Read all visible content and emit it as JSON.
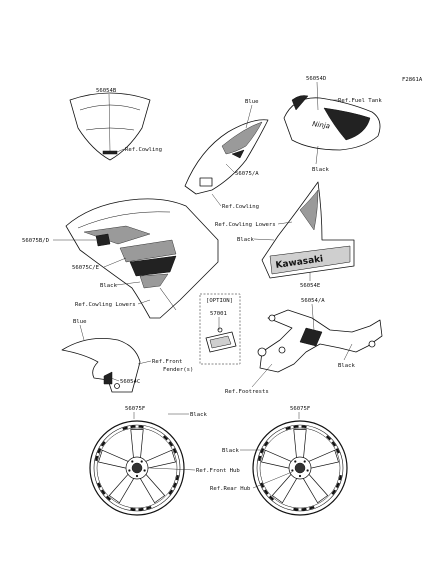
{
  "ref_code": "F2861A",
  "option_box_label": "[OPTION]",
  "labels": {
    "l_56054B": "56054B",
    "l_ref_cowling_1": "Ref.Cowling",
    "l_blue_1": "Blue",
    "l_56075A": "56075/A",
    "l_ref_cowling_2": "Ref.Cowling",
    "l_56054D": "56054D",
    "l_ref_fuel_tank": "Ref.Fuel Tank",
    "l_black_tank": "Black",
    "l_ref_cowling_lowers_1": "Ref.Cowling Lowers",
    "l_black_lower": "Black",
    "l_56054E": "56054E",
    "l_56075BD": "56075B/D",
    "l_56075CE": "56075C/E",
    "l_black_fairing": "Black",
    "l_ref_cowling_lowers_2": "Ref.Cowling Lowers",
    "l_57001": "57001",
    "l_blue_2": "Blue",
    "l_ref_front_fender": "Ref.Front",
    "l_ref_front_fender_2": "Fender(s)",
    "l_56054C": "56054C",
    "l_56054A": "56054/A",
    "l_black_bracket": "Black",
    "l_ref_footrests": "Ref.Footrests",
    "l_56075F_1": "56075F",
    "l_black_front_wheel": "Black",
    "l_ref_front_hub": "Ref.Front Hub",
    "l_56075F_2": "56075F",
    "l_black_rear_wheel": "Black",
    "l_ref_rear_hub": "Ref.Rear Hub"
  },
  "decal_text": {
    "lower_cowl_logo": "Kawasaki",
    "tank_logo": "Ninja"
  }
}
